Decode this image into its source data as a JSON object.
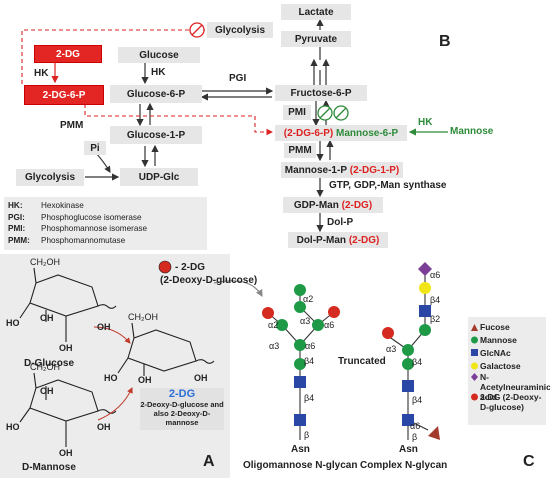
{
  "pathway": {
    "lactate": "Lactate",
    "pyruvate": "Pyruvate",
    "glycolysis_top": "Glycolysis",
    "two_dg": "2-DG",
    "two_dg_6p": "2-DG-6-P",
    "glucose": "Glucose",
    "glucose_6p": "Glucose-6-P",
    "glucose_1p": "Glucose-1-P",
    "udp_glc": "UDP-Glc",
    "glycolysis_left": "Glycolysis",
    "pi": "Pi",
    "hk_left": "HK",
    "hk_mid": "HK",
    "pmm_left": "PMM",
    "pgi": "PGI",
    "fructose_6p": "Fructose-6-P",
    "pmi": "PMI",
    "dg6p_paren": "(2-DG-6-P)",
    "mannose_6p": "Mannose-6-P",
    "hk_right": "HK",
    "mannose": "Mannose",
    "pmm_right": "PMM",
    "mannose_1p": "Mannose-1-P",
    "dg1p_paren": "(2-DG-1-P)",
    "gtp_label": "GTP, GDP,-Man synthase",
    "gdp_man": "GDP-Man",
    "dg_paren_1": "(2-DG)",
    "dol_p": "Dol-P",
    "dol_p_man": "Dol-P-Man",
    "dg_paren_2": "(2-DG)"
  },
  "legend_b": [
    {
      "key": "HK:",
      "value": "Hexokinase"
    },
    {
      "key": "PGI:",
      "value": "Phosphoglucose isomerase"
    },
    {
      "key": "PMI:",
      "value": "Phosphomannose isomerase"
    },
    {
      "key": "PMM:",
      "value": "Phosphomannomutase"
    }
  ],
  "panels": {
    "a": "A",
    "b": "B",
    "c": "C"
  },
  "structures": {
    "ch2oh": "CH₂OH",
    "oh": "OH",
    "ho": "HO",
    "d_glucose": "D-Glucose",
    "d_mannose": "D-Mannose",
    "two_dg_blue": "2-DG",
    "two_dg_desc": "2-Deoxy-D-glucose and also 2-Deoxy-D-mannose"
  },
  "glycan": {
    "header_line1": "- 2-DG",
    "header_line2": "(2-Deoxy-D-glucose)",
    "truncated": "Truncated",
    "asn": "Asn",
    "oligomannose": "Oligomannose N-glycan",
    "complex": "Complex N-glycan",
    "linkages": [
      "α2",
      "α2",
      "α3",
      "α6",
      "α3",
      "α6",
      "β4",
      "β4",
      "β",
      "α6",
      "β4",
      "β2",
      "α3",
      "β4",
      "β4",
      "α6",
      "β"
    ]
  },
  "glycan_legend": [
    {
      "label": "Fucose",
      "symbol": "triangle",
      "color": "#a33a2b"
    },
    {
      "label": "Mannose",
      "symbol": "circle",
      "color": "#1e9a47"
    },
    {
      "label": "GlcNAc",
      "symbol": "square",
      "color": "#2a47a6"
    },
    {
      "label": "Galactose",
      "symbol": "circle",
      "color": "#f2e516"
    },
    {
      "label": "N-Acetylneuraminic acid",
      "symbol": "diamond",
      "color": "#7b3f98"
    },
    {
      "label": "2-DG (2-Deoxy-D-glucose)",
      "symbol": "circle",
      "color": "#d42a20"
    }
  ],
  "colors": {
    "red": "#e32624",
    "green": "#2e8b3a",
    "blue": "#2a47a6",
    "box": "#e6e6e6"
  }
}
